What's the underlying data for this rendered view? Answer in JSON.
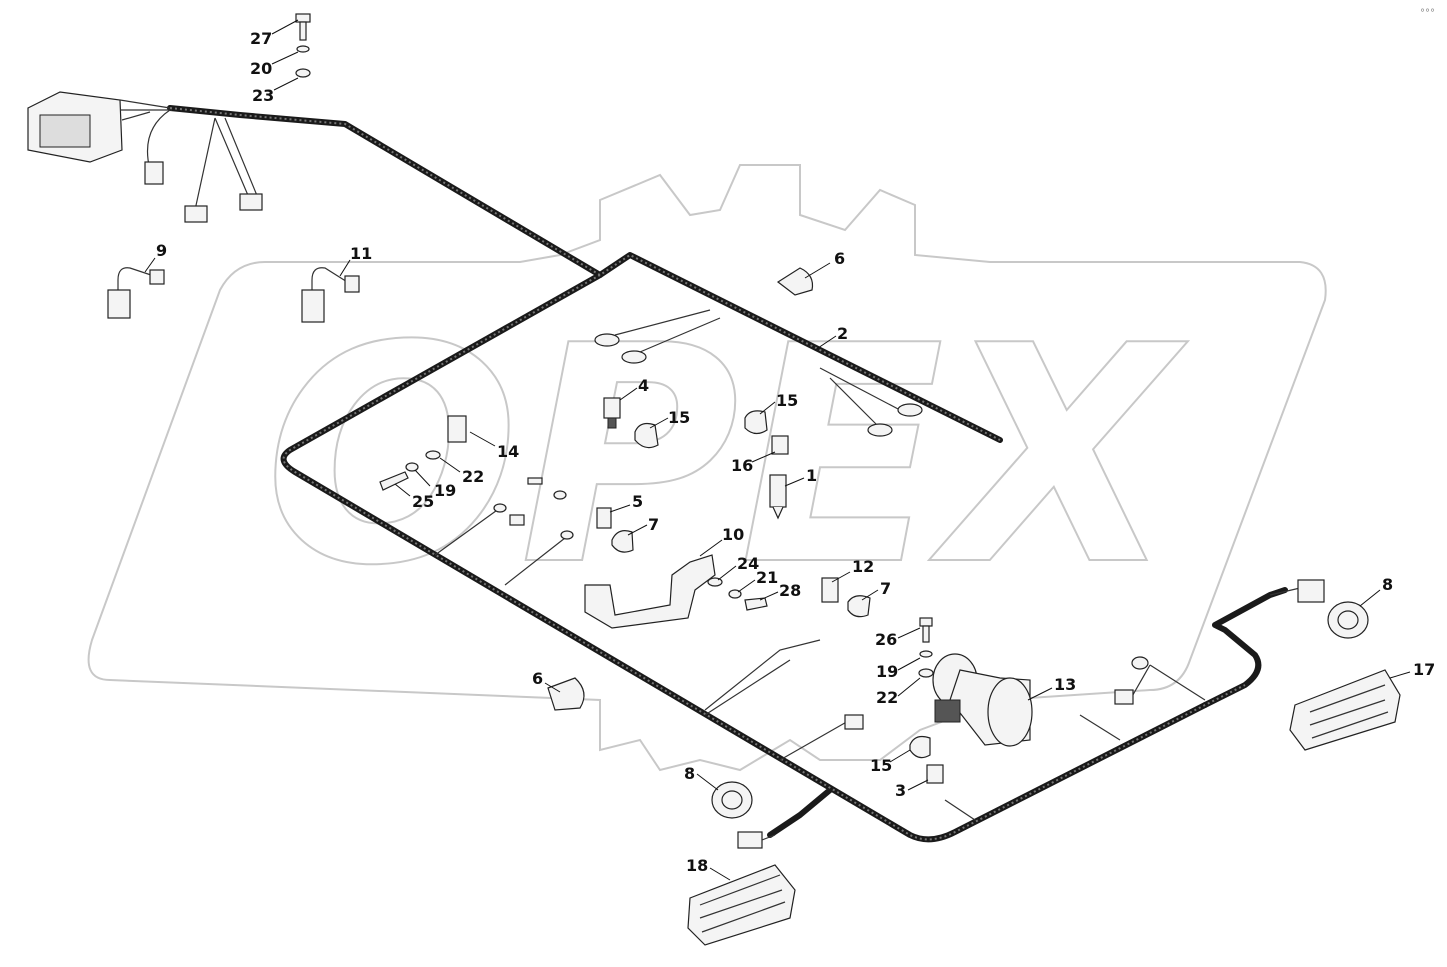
{
  "watermark": {
    "text": "OPEX"
  },
  "corner_mark": "°°°",
  "callouts": [
    {
      "id": "c27a",
      "label": "27"
    },
    {
      "id": "c20a",
      "label": "20"
    },
    {
      "id": "c23",
      "label": "23"
    },
    {
      "id": "c9",
      "label": "9"
    },
    {
      "id": "c11",
      "label": "11"
    },
    {
      "id": "c6a",
      "label": "6"
    },
    {
      "id": "c2",
      "label": "2"
    },
    {
      "id": "c4",
      "label": "4"
    },
    {
      "id": "c15a",
      "label": "15"
    },
    {
      "id": "c15b",
      "label": "15"
    },
    {
      "id": "c16",
      "label": "16"
    },
    {
      "id": "c1",
      "label": "1"
    },
    {
      "id": "c14",
      "label": "14"
    },
    {
      "id": "c22a",
      "label": "22"
    },
    {
      "id": "c19a",
      "label": "19"
    },
    {
      "id": "c25",
      "label": "25"
    },
    {
      "id": "c5",
      "label": "5"
    },
    {
      "id": "c7a",
      "label": "7"
    },
    {
      "id": "c10",
      "label": "10"
    },
    {
      "id": "c24",
      "label": "24"
    },
    {
      "id": "c21",
      "label": "21"
    },
    {
      "id": "c28",
      "label": "28"
    },
    {
      "id": "c12",
      "label": "12"
    },
    {
      "id": "c7b",
      "label": "7"
    },
    {
      "id": "c8a",
      "label": "8"
    },
    {
      "id": "c17",
      "label": "17"
    },
    {
      "id": "c26",
      "label": "26"
    },
    {
      "id": "c19b",
      "label": "19"
    },
    {
      "id": "c22b",
      "label": "22"
    },
    {
      "id": "c13",
      "label": "13"
    },
    {
      "id": "c6b",
      "label": "6"
    },
    {
      "id": "c8b",
      "label": "8"
    },
    {
      "id": "c15c",
      "label": "15"
    },
    {
      "id": "c3",
      "label": "3"
    },
    {
      "id": "c18",
      "label": "18"
    }
  ]
}
